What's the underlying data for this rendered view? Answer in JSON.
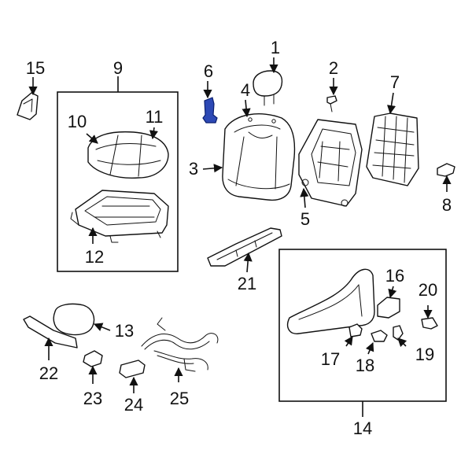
{
  "diagram": {
    "highlight_color": "#2d49b5",
    "line_color": "#111111",
    "background": "#ffffff",
    "highlighted_part": "6",
    "callouts": {
      "c1": "1",
      "c2": "2",
      "c3": "3",
      "c4": "4",
      "c5": "5",
      "c6": "6",
      "c7": "7",
      "c8": "8",
      "c9": "9",
      "c10": "10",
      "c11": "11",
      "c12": "12",
      "c13": "13",
      "c14": "14",
      "c15": "15",
      "c16": "16",
      "c17": "17",
      "c18": "18",
      "c19": "19",
      "c20": "20",
      "c21": "21",
      "c22": "22",
      "c23": "23",
      "c24": "24",
      "c25": "25"
    },
    "groups": [
      {
        "label": "9",
        "members": [
          "10",
          "11",
          "12"
        ]
      },
      {
        "label": "14",
        "members": [
          "16",
          "17",
          "18",
          "19",
          "20"
        ]
      }
    ]
  }
}
